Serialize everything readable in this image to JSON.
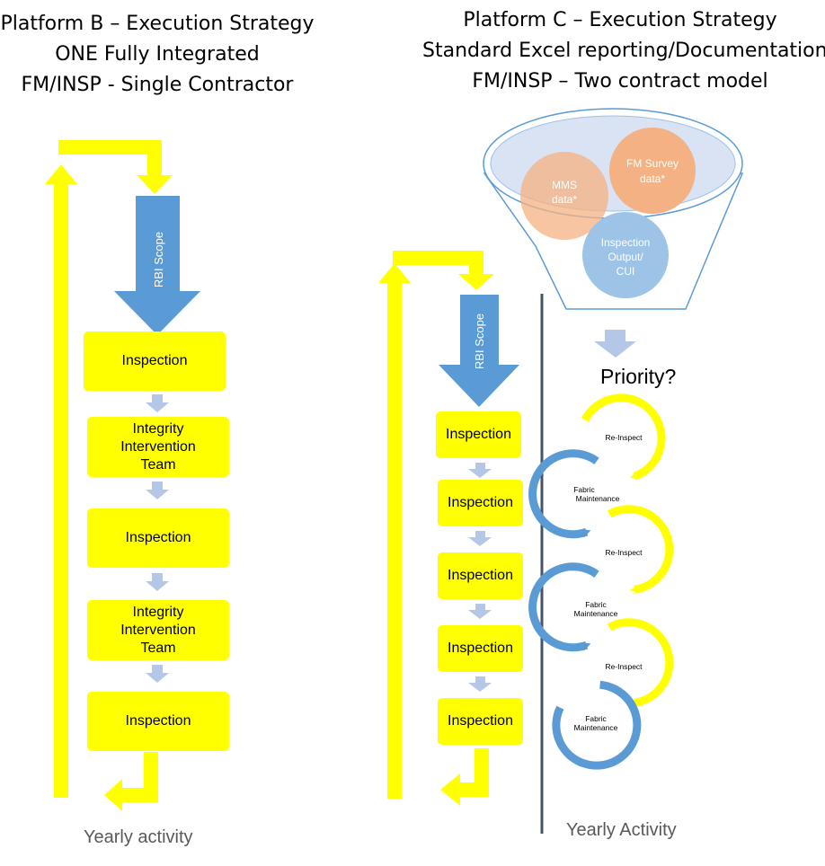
{
  "left": {
    "title_lines": [
      "Platform B – Execution Strategy",
      "ONE Fully Integrated",
      "FM/INSP - Single Contractor"
    ],
    "scope_label": "RBI Scope",
    "steps": [
      "Inspection",
      "Integrity Intervention Team",
      "Inspection",
      "Integrity Intervention Team",
      "Inspection"
    ],
    "footer": "Yearly activity"
  },
  "right": {
    "title_lines": [
      "Platform C – Execution Strategy",
      "Standard Excel reporting/Documentation",
      "FM/INSP – Two contract model"
    ],
    "funnel_inputs": [
      "MMS data*",
      "FM Survey data*",
      "Inspection Output/ CUI"
    ],
    "scope_label": "RBI Scope",
    "steps": [
      "Inspection",
      "Inspection",
      "Inspection",
      "Inspection",
      "Inspection"
    ],
    "priority": "Priority?",
    "cycle": [
      "Re-Inspect",
      "Fabric Maintenance",
      "Re-Inspect",
      "Fabric Maintenance",
      "Re-Inspect",
      "Fabric Maintenance"
    ],
    "footer": "Yearly Activity"
  },
  "colors": {
    "yellow": "#ffff00",
    "blue": "#5b9bd5",
    "light_blue": "#b4c7e7",
    "salmon": "#f4b183",
    "divider": "#44546a",
    "funnel_fill": "#dae3f3"
  }
}
